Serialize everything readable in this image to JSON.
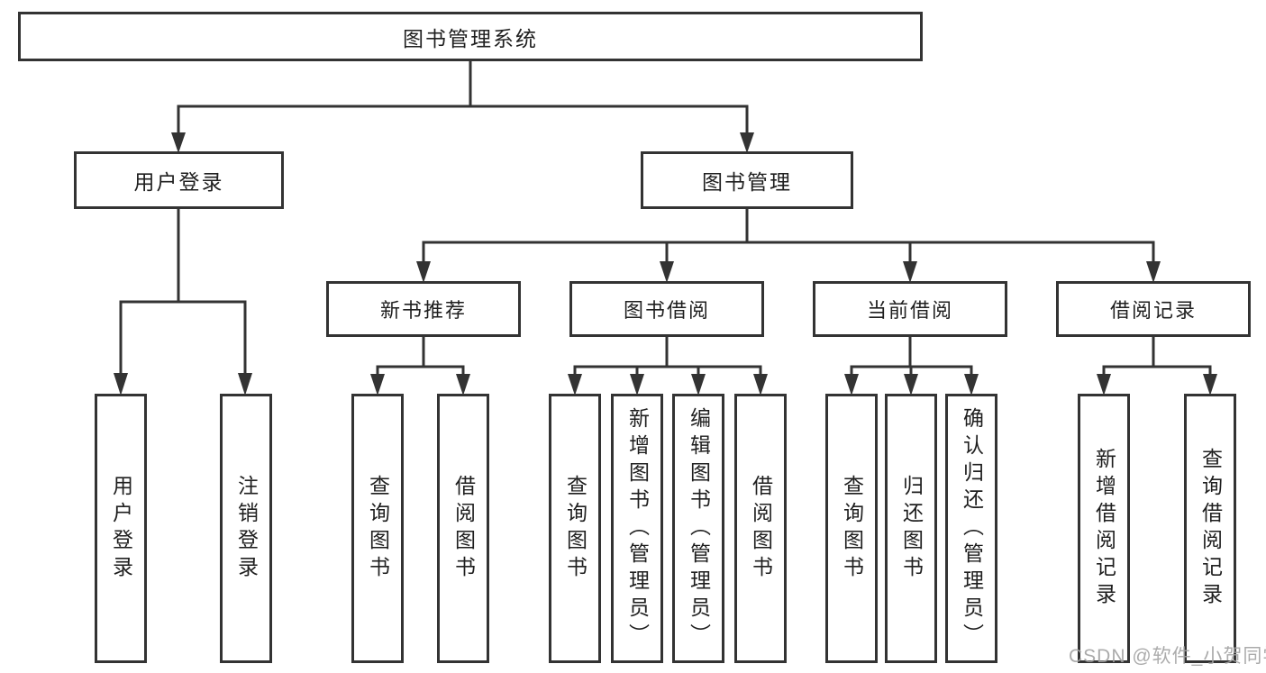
{
  "diagram": {
    "root": {
      "label": "图书管理系统"
    },
    "level2": [
      {
        "label": "用户登录"
      },
      {
        "label": "图书管理"
      }
    ],
    "level3": [
      {
        "label": "新书推荐"
      },
      {
        "label": "图书借阅"
      },
      {
        "label": "当前借阅"
      },
      {
        "label": "借阅记录"
      }
    ],
    "leaves": [
      {
        "items": [
          "用户登录",
          "注销登录"
        ]
      },
      {
        "items": [
          "查询图书",
          "借阅图书"
        ]
      },
      {
        "items": [
          "查询图书",
          "新增图书（管理员）",
          "编辑图书（管理员）",
          "借阅图书"
        ]
      },
      {
        "items": [
          "查询图书",
          "归还图书",
          "确认归还（管理员）"
        ]
      },
      {
        "items": [
          "新增借阅记录",
          "查询借阅记录"
        ]
      }
    ]
  },
  "watermark": {
    "text": "CSDN @软件_小贺同学"
  },
  "colors": {
    "line": "#333333",
    "text": "#1f1f1f",
    "background": "#ffffff",
    "watermark": "#a2a2a2"
  }
}
